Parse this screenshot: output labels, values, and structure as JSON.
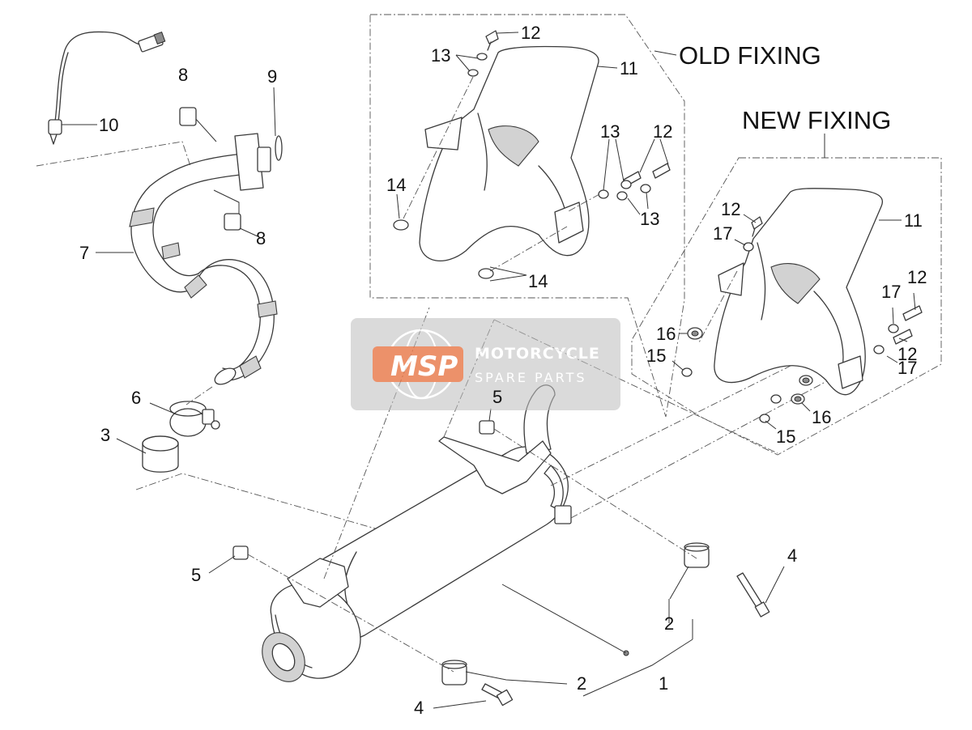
{
  "headings": {
    "old_fixing": "OLD FIXING",
    "new_fixing": "NEW FIXING"
  },
  "callouts": {
    "c1": "1",
    "c2a": "2",
    "c2b": "2",
    "c3": "3",
    "c4a": "4",
    "c4b": "4",
    "c5a": "5",
    "c5b": "5",
    "c6": "6",
    "c7": "7",
    "c8a": "8",
    "c8b": "8",
    "c9": "9",
    "c10": "10",
    "old11": "11",
    "old12a": "12",
    "old12b": "12",
    "old13a": "13",
    "old13b": "13",
    "old13c": "13",
    "old14a": "14",
    "old14b": "14",
    "new11": "11",
    "new12a": "12",
    "new12b": "12",
    "new12c": "12",
    "new15a": "15",
    "new15b": "15",
    "new16a": "16",
    "new16b": "16",
    "new17a": "17",
    "new17b": "17",
    "new17c": "17"
  },
  "watermark": {
    "logo": "MSP",
    "line1": "MOTORCYCLE",
    "line2": "SPARE PARTS",
    "color": "#e8794a"
  }
}
